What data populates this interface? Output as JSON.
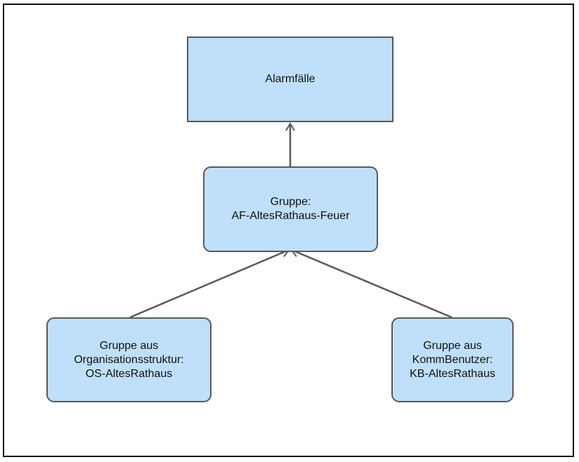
{
  "diagram": {
    "nodes": {
      "alarmfaelle": {
        "lines": [
          "Alarmfälle"
        ]
      },
      "gruppe_feuer": {
        "lines": [
          "Gruppe:",
          "AF-AltesRathaus-Feuer"
        ]
      },
      "gruppe_os": {
        "lines": [
          "Gruppe aus",
          "Organisationsstruktur:",
          "OS-AltesRathaus"
        ]
      },
      "gruppe_kb": {
        "lines": [
          "Gruppe aus",
          "KommBenutzer:",
          "KB-AltesRathaus"
        ]
      }
    },
    "edges": [
      {
        "from": "gruppe_feuer",
        "to": "alarmfaelle"
      },
      {
        "from": "gruppe_os",
        "to": "gruppe_feuer"
      },
      {
        "from": "gruppe_kb",
        "to": "gruppe_feuer"
      }
    ],
    "colors": {
      "node_fill": "#bfdffb",
      "node_border": "#595959",
      "edge": "#595959",
      "frame": "#111111"
    }
  }
}
